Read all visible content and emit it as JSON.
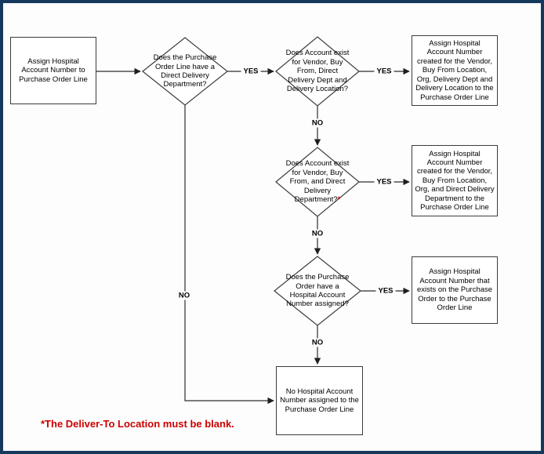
{
  "palette": {
    "frame_border": "#15395c",
    "shape_stroke": "#3c3c3c",
    "edge_stroke": "#2e2e2e",
    "text_color": "#000000",
    "accent_red": "#cc0000",
    "canvas_bg": "#fdfdfd"
  },
  "flowchart": {
    "start_box": {
      "label": "Assign Hospital\nAccount Number to\nPurchase Order Line"
    },
    "decisions": [
      {
        "label": "Does the Purchase\nOrder Line have a\nDirect Delivery\nDepartment?"
      },
      {
        "label": "Does Account exist\nfor Vendor, Buy\nFrom, Direct\nDelivery Dept and\nDelivery Location?"
      },
      {
        "label": "Does Account exist\nfor Vendor, Buy\nFrom, and Direct\nDelivery\nDepartment?",
        "footnote_marker": "*"
      },
      {
        "label": "Does the Purchase\nOrder have a\nHospital Account\nNumber assigned?"
      }
    ],
    "outcome_boxes": [
      {
        "label": "Assign Hospital\nAccount Number\ncreated for the Vendor,\nBuy From Location,\nOrg, Delivery Dept and\nDelivery Location to the\nPurchase Order Line"
      },
      {
        "label": "Assign Hospital\nAccount Number\ncreated for the Vendor,\nBuy From Location,\nOrg, and Direct Delivery\nDepartment to the\nPurchase Order Line"
      },
      {
        "label": "Assign Hospital\nAccount Number that\nexists on the Purchase\nOrder to the Purchase\nOrder Line"
      },
      {
        "label": "No Hospital Account\nNumber assigned to the\nPurchase Order Line"
      }
    ],
    "edge_labels": {
      "yes": "YES",
      "no": "NO"
    },
    "footnote": "*The Deliver-To Location must be blank."
  }
}
